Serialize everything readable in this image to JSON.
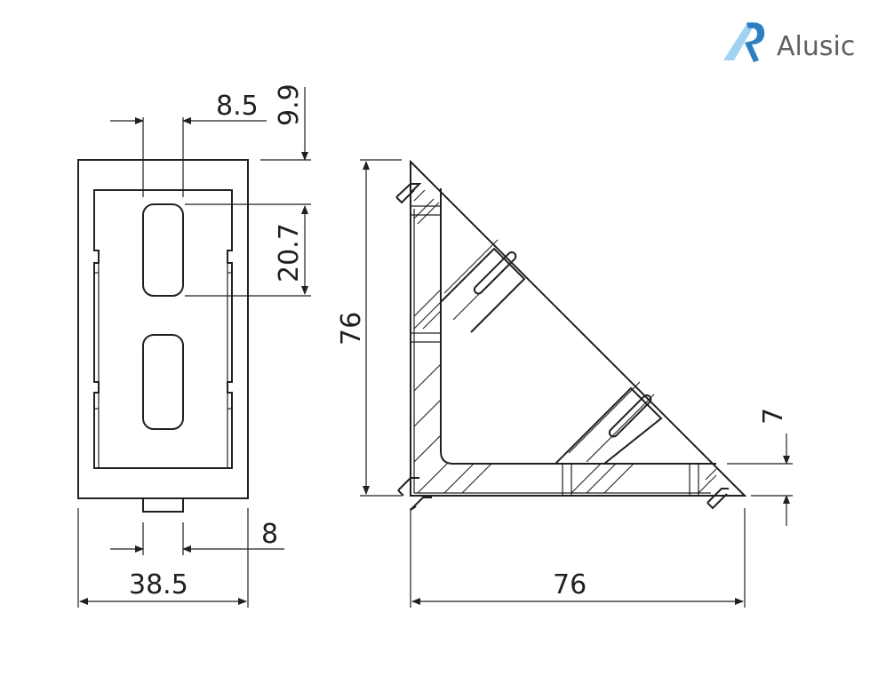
{
  "brand": {
    "name": "Alusic",
    "colors": {
      "light": "#9fd3ef",
      "dark": "#2c7fc1"
    }
  },
  "colors": {
    "line": "#231f20",
    "text": "#5f6062"
  },
  "front_view": {
    "dimensions": {
      "top_slot_width": "8.5",
      "top_offset": "9.9",
      "slot_length": "20.7",
      "tab_width": "8",
      "overall_width": "38.5"
    }
  },
  "side_view": {
    "dimensions": {
      "height": "76",
      "width": "76",
      "foot_height": "7"
    }
  }
}
